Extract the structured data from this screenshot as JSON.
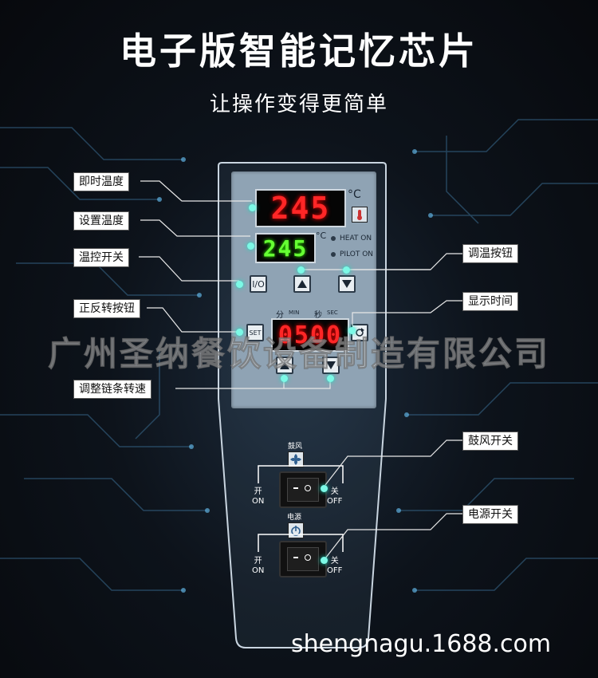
{
  "title": "电子版智能记忆芯片",
  "subtitle": "让操作变得更简单",
  "watermark": "广州圣纳餐饮设备制造有限公司",
  "site": "shengnagu.1688.com",
  "colors": {
    "display_red": "#ff2626",
    "display_green": "#66ff33",
    "panel": "#8fa3b4",
    "dot": "#7cf9e6"
  },
  "callouts": {
    "current_temp": "即时温度",
    "set_temp": "设置温度",
    "temp_switch": "温控开关",
    "adjust_buttons": "调温按钮",
    "reverse_button": "正反转按钮",
    "display_time": "显示时间",
    "chain_speed": "调整链条转速",
    "blower_switch": "鼓风开关",
    "power_switch": "电源开关"
  },
  "panel": {
    "current_temp_value": "245",
    "set_temp_value": "245",
    "time_value": "0500",
    "celsius": "°C",
    "heat_on": "HEAT ON",
    "pilot_on": "PILOT ON",
    "power_btn": "I/O",
    "set_btn": "SET",
    "minute_cn": "分",
    "minute_en": "MIN",
    "second_cn": "秒",
    "second_en": "SEC",
    "blower_cn": "鼓风",
    "power_cn": "电源",
    "on_cn": "开",
    "on_en": "ON",
    "off_cn": "关",
    "off_en": "OFF"
  }
}
